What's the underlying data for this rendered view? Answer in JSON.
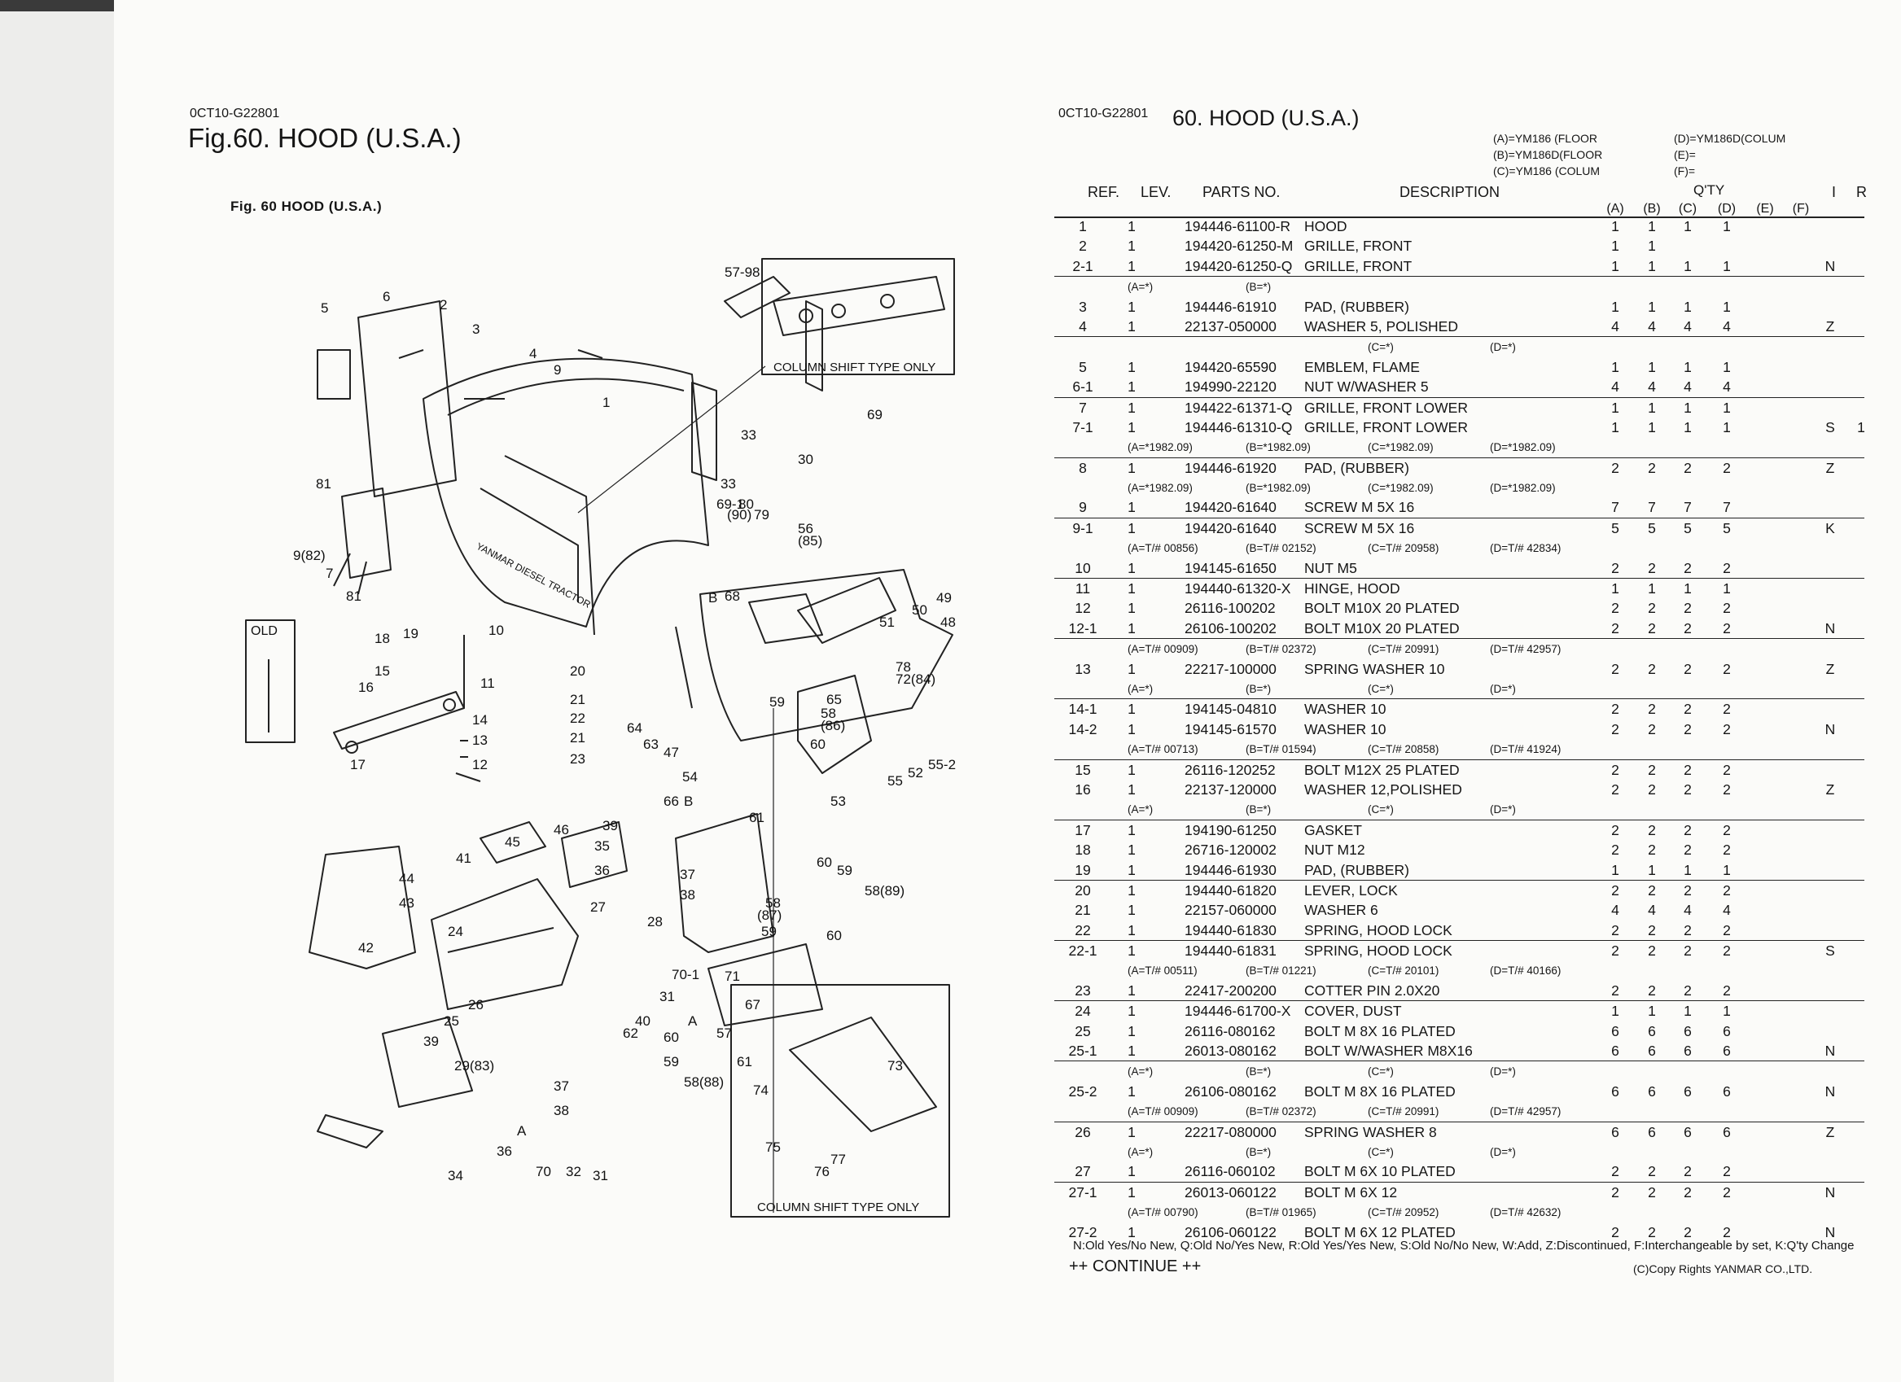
{
  "left_page": {
    "code": "0CT10-G22801",
    "title": "Fig.60.  HOOD (U.S.A.)",
    "subtitle": "Fig. 60  HOOD (U.S.A.)",
    "inset_top": "COLUMN SHIFT TYPE ONLY",
    "inset_bottom": "COLUMN SHIFT TYPE ONLY",
    "old_label": "OLD",
    "hood_text": "YANMAR DIESEL TRACTOR",
    "callouts": [
      "5",
      "6",
      "2",
      "3",
      "1",
      "4",
      "9",
      "57-98",
      "69",
      "30",
      "33",
      "33",
      "69-1",
      "81",
      "9(82)",
      "7",
      "81",
      "18",
      "19",
      "10",
      "80",
      "(90)",
      "79",
      "56",
      "(85)",
      "B",
      "68",
      "49",
      "50",
      "48",
      "51",
      "78",
      "72(84)",
      "15",
      "16",
      "11",
      "14",
      "13",
      "12",
      "17",
      "20",
      "21",
      "22",
      "21",
      "23",
      "64",
      "63",
      "47",
      "54",
      "59",
      "65",
      "58",
      "(86)",
      "60",
      "53",
      "55",
      "52",
      "55-2",
      "66",
      "B",
      "61",
      "46",
      "45",
      "41",
      "44",
      "43",
      "42",
      "24",
      "39",
      "35",
      "36",
      "37",
      "38",
      "27",
      "28",
      "70-1",
      "31",
      "40",
      "A",
      "26",
      "25",
      "39",
      "29(83)",
      "37",
      "38",
      "A",
      "34",
      "36",
      "70",
      "32",
      "31",
      "60",
      "59",
      "58(89)",
      "58",
      "(87)",
      "59",
      "60",
      "71",
      "67",
      "62",
      "60",
      "59",
      "58(88)",
      "57",
      "61",
      "73",
      "74",
      "75",
      "77",
      "76"
    ]
  },
  "right_page": {
    "code": "0CT10-G22801",
    "title": "60.  HOOD (U.S.A.)",
    "models_left": [
      "(A)=YM186 (FLOOR",
      "(B)=YM186D(FLOOR",
      "(C)=YM186 (COLUM"
    ],
    "models_right": [
      "(D)=YM186D(COLUM",
      "(E)=",
      "(F)="
    ],
    "headers": {
      "ref": "REF.",
      "lev": "LEV.",
      "parts_no": "PARTS NO.",
      "description": "DESCRIPTION",
      "qty": "Q'TY",
      "i": "I",
      "r": "R",
      "cols": [
        "(A)",
        "(B)",
        "(C)",
        "(D)",
        "(E)",
        "(F)"
      ]
    },
    "rows": [
      {
        "type": "part",
        "ref": "1",
        "lev": "1",
        "pno": "194446-61100-R",
        "desc": "HOOD",
        "qa": "1",
        "qb": "1",
        "qc": "1",
        "qd": "1",
        "i": "",
        "r": ""
      },
      {
        "type": "part",
        "ref": "2",
        "lev": "1",
        "pno": "194420-61250-M",
        "desc": "GRILLE, FRONT",
        "qa": "1",
        "qb": "1",
        "qc": "",
        "qd": "",
        "i": "",
        "r": ""
      },
      {
        "type": "part",
        "ref": "2-1",
        "lev": "1",
        "pno": "194420-61250-Q",
        "desc": "GRILLE, FRONT",
        "qa": "1",
        "qb": "1",
        "qc": "1",
        "qd": "1",
        "i": "N",
        "r": ""
      },
      {
        "type": "serial",
        "sep": true,
        "a": "(A=*)",
        "b": "(B=*)",
        "c": "",
        "d": ""
      },
      {
        "type": "part",
        "ref": "3",
        "lev": "1",
        "pno": "194446-61910",
        "desc": "PAD, (RUBBER)",
        "qa": "1",
        "qb": "1",
        "qc": "1",
        "qd": "1",
        "i": "",
        "r": ""
      },
      {
        "type": "part",
        "ref": "4",
        "lev": "1",
        "pno": "22137-050000",
        "desc": "WASHER 5, POLISHED",
        "qa": "4",
        "qb": "4",
        "qc": "4",
        "qd": "4",
        "i": "Z",
        "r": ""
      },
      {
        "type": "serial",
        "sep": true,
        "a": "",
        "b": "",
        "c": "(C=*)",
        "d": "(D=*)"
      },
      {
        "type": "part",
        "ref": "5",
        "lev": "1",
        "pno": "194420-65590",
        "desc": "EMBLEM, FLAME",
        "qa": "1",
        "qb": "1",
        "qc": "1",
        "qd": "1",
        "i": "",
        "r": ""
      },
      {
        "type": "part",
        "ref": "6-1",
        "lev": "1",
        "pno": "194990-22120",
        "desc": "NUT W/WASHER  5",
        "qa": "4",
        "qb": "4",
        "qc": "4",
        "qd": "4",
        "i": "",
        "r": ""
      },
      {
        "type": "part",
        "sep": true,
        "ref": "7",
        "lev": "1",
        "pno": "194422-61371-Q",
        "desc": "GRILLE, FRONT LOWER",
        "qa": "1",
        "qb": "1",
        "qc": "1",
        "qd": "1",
        "i": "",
        "r": ""
      },
      {
        "type": "part",
        "ref": "7-1",
        "lev": "1",
        "pno": "194446-61310-Q",
        "desc": "GRILLE, FRONT LOWER",
        "qa": "1",
        "qb": "1",
        "qc": "1",
        "qd": "1",
        "i": "S",
        "r": "1"
      },
      {
        "type": "serial",
        "a": "(A=*1982.09)",
        "b": "(B=*1982.09)",
        "c": "(C=*1982.09)",
        "d": "(D=*1982.09)"
      },
      {
        "type": "part",
        "sep": true,
        "ref": "8",
        "lev": "1",
        "pno": "194446-61920",
        "desc": "PAD, (RUBBER)",
        "qa": "2",
        "qb": "2",
        "qc": "2",
        "qd": "2",
        "i": "Z",
        "r": ""
      },
      {
        "type": "serial",
        "a": "(A=*1982.09)",
        "b": "(B=*1982.09)",
        "c": "(C=*1982.09)",
        "d": "(D=*1982.09)"
      },
      {
        "type": "part",
        "ref": "9",
        "lev": "1",
        "pno": "194420-61640",
        "desc": "SCREW M 5X 16",
        "qa": "7",
        "qb": "7",
        "qc": "7",
        "qd": "7",
        "i": "",
        "r": ""
      },
      {
        "type": "part",
        "sep": true,
        "ref": "9-1",
        "lev": "1",
        "pno": "194420-61640",
        "desc": "SCREW M 5X 16",
        "qa": "5",
        "qb": "5",
        "qc": "5",
        "qd": "5",
        "i": "K",
        "r": ""
      },
      {
        "type": "serial",
        "a": "(A=T/# 00856)",
        "b": "(B=T/# 02152)",
        "c": "(C=T/# 20958)",
        "d": "(D=T/# 42834)"
      },
      {
        "type": "part",
        "ref": "10",
        "lev": "1",
        "pno": "194145-61650",
        "desc": "NUT M5",
        "qa": "2",
        "qb": "2",
        "qc": "2",
        "qd": "2",
        "i": "",
        "r": ""
      },
      {
        "type": "part",
        "sep": true,
        "ref": "11",
        "lev": "1",
        "pno": "194440-61320-X",
        "desc": "HINGE, HOOD",
        "qa": "1",
        "qb": "1",
        "qc": "1",
        "qd": "1",
        "i": "",
        "r": ""
      },
      {
        "type": "part",
        "ref": "12",
        "lev": "1",
        "pno": "26116-100202",
        "desc": "BOLT M10X 20 PLATED",
        "qa": "2",
        "qb": "2",
        "qc": "2",
        "qd": "2",
        "i": "",
        "r": ""
      },
      {
        "type": "part",
        "ref": "12-1",
        "lev": "1",
        "pno": "26106-100202",
        "desc": "BOLT M10X 20 PLATED",
        "qa": "2",
        "qb": "2",
        "qc": "2",
        "qd": "2",
        "i": "N",
        "r": ""
      },
      {
        "type": "serial",
        "sep": true,
        "a": "(A=T/# 00909)",
        "b": "(B=T/# 02372)",
        "c": "(C=T/# 20991)",
        "d": "(D=T/# 42957)"
      },
      {
        "type": "part",
        "ref": "13",
        "lev": "1",
        "pno": "22217-100000",
        "desc": "SPRING WASHER 10",
        "qa": "2",
        "qb": "2",
        "qc": "2",
        "qd": "2",
        "i": "Z",
        "r": ""
      },
      {
        "type": "serial",
        "a": "(A=*)",
        "b": "(B=*)",
        "c": "(C=*)",
        "d": "(D=*)"
      },
      {
        "type": "part",
        "sep": true,
        "ref": "14-1",
        "lev": "1",
        "pno": "194145-04810",
        "desc": "WASHER 10",
        "qa": "2",
        "qb": "2",
        "qc": "2",
        "qd": "2",
        "i": "",
        "r": ""
      },
      {
        "type": "part",
        "ref": "14-2",
        "lev": "1",
        "pno": "194145-61570",
        "desc": "WASHER 10",
        "qa": "2",
        "qb": "2",
        "qc": "2",
        "qd": "2",
        "i": "N",
        "r": ""
      },
      {
        "type": "serial",
        "a": "(A=T/# 00713)",
        "b": "(B=T/# 01594)",
        "c": "(C=T/# 20858)",
        "d": "(D=T/# 41924)"
      },
      {
        "type": "part",
        "sep": true,
        "ref": "15",
        "lev": "1",
        "pno": "26116-120252",
        "desc": "BOLT M12X 25 PLATED",
        "qa": "2",
        "qb": "2",
        "qc": "2",
        "qd": "2",
        "i": "",
        "r": ""
      },
      {
        "type": "part",
        "ref": "16",
        "lev": "1",
        "pno": "22137-120000",
        "desc": "WASHER 12,POLISHED",
        "qa": "2",
        "qb": "2",
        "qc": "2",
        "qd": "2",
        "i": "Z",
        "r": ""
      },
      {
        "type": "serial",
        "a": "(A=*)",
        "b": "(B=*)",
        "c": "(C=*)",
        "d": "(D=*)"
      },
      {
        "type": "part",
        "sep": true,
        "ref": "17",
        "lev": "1",
        "pno": "194190-61250",
        "desc": "GASKET",
        "qa": "2",
        "qb": "2",
        "qc": "2",
        "qd": "2",
        "i": "",
        "r": ""
      },
      {
        "type": "part",
        "ref": "18",
        "lev": "1",
        "pno": "26716-120002",
        "desc": "NUT M12",
        "qa": "2",
        "qb": "2",
        "qc": "2",
        "qd": "2",
        "i": "",
        "r": ""
      },
      {
        "type": "part",
        "ref": "19",
        "lev": "1",
        "pno": "194446-61930",
        "desc": "PAD, (RUBBER)",
        "qa": "1",
        "qb": "1",
        "qc": "1",
        "qd": "1",
        "i": "",
        "r": ""
      },
      {
        "type": "part",
        "sep": true,
        "ref": "20",
        "lev": "1",
        "pno": "194440-61820",
        "desc": "LEVER, LOCK",
        "qa": "2",
        "qb": "2",
        "qc": "2",
        "qd": "2",
        "i": "",
        "r": ""
      },
      {
        "type": "part",
        "ref": "21",
        "lev": "1",
        "pno": "22157-060000",
        "desc": "WASHER  6",
        "qa": "4",
        "qb": "4",
        "qc": "4",
        "qd": "4",
        "i": "",
        "r": ""
      },
      {
        "type": "part",
        "ref": "22",
        "lev": "1",
        "pno": "194440-61830",
        "desc": "SPRING, HOOD LOCK",
        "qa": "2",
        "qb": "2",
        "qc": "2",
        "qd": "2",
        "i": "",
        "r": ""
      },
      {
        "type": "part",
        "sep": true,
        "ref": "22-1",
        "lev": "1",
        "pno": "194440-61831",
        "desc": "SPRING, HOOD LOCK",
        "qa": "2",
        "qb": "2",
        "qc": "2",
        "qd": "2",
        "i": "S",
        "r": ""
      },
      {
        "type": "serial",
        "a": "(A=T/# 00511)",
        "b": "(B=T/# 01221)",
        "c": "(C=T/# 20101)",
        "d": "(D=T/# 40166)"
      },
      {
        "type": "part",
        "ref": "23",
        "lev": "1",
        "pno": "22417-200200",
        "desc": "COTTER PIN 2.0X20",
        "qa": "2",
        "qb": "2",
        "qc": "2",
        "qd": "2",
        "i": "",
        "r": ""
      },
      {
        "type": "part",
        "sep": true,
        "ref": "24",
        "lev": "1",
        "pno": "194446-61700-X",
        "desc": "COVER, DUST",
        "qa": "1",
        "qb": "1",
        "qc": "1",
        "qd": "1",
        "i": "",
        "r": ""
      },
      {
        "type": "part",
        "ref": "25",
        "lev": "1",
        "pno": "26116-080162",
        "desc": "BOLT M 8X 16 PLATED",
        "qa": "6",
        "qb": "6",
        "qc": "6",
        "qd": "6",
        "i": "",
        "r": ""
      },
      {
        "type": "part",
        "ref": "25-1",
        "lev": "1",
        "pno": "26013-080162",
        "desc": "BOLT W/WASHER M8X16",
        "qa": "6",
        "qb": "6",
        "qc": "6",
        "qd": "6",
        "i": "N",
        "r": ""
      },
      {
        "type": "serial",
        "sep": true,
        "a": "(A=*)",
        "b": "(B=*)",
        "c": "(C=*)",
        "d": "(D=*)"
      },
      {
        "type": "part",
        "ref": "25-2",
        "lev": "1",
        "pno": "26106-080162",
        "desc": "BOLT M 8X 16 PLATED",
        "qa": "6",
        "qb": "6",
        "qc": "6",
        "qd": "6",
        "i": "N",
        "r": ""
      },
      {
        "type": "serial",
        "a": "(A=T/# 00909)",
        "b": "(B=T/# 02372)",
        "c": "(C=T/# 20991)",
        "d": "(D=T/# 42957)"
      },
      {
        "type": "part",
        "sep": true,
        "ref": "26",
        "lev": "1",
        "pno": "22217-080000",
        "desc": "SPRING WASHER  8",
        "qa": "6",
        "qb": "6",
        "qc": "6",
        "qd": "6",
        "i": "Z",
        "r": ""
      },
      {
        "type": "serial",
        "a": "(A=*)",
        "b": "(B=*)",
        "c": "(C=*)",
        "d": "(D=*)"
      },
      {
        "type": "part",
        "ref": "27",
        "lev": "1",
        "pno": "26116-060102",
        "desc": "BOLT M 6X 10 PLATED",
        "qa": "2",
        "qb": "2",
        "qc": "2",
        "qd": "2",
        "i": "",
        "r": ""
      },
      {
        "type": "part",
        "sep": true,
        "ref": "27-1",
        "lev": "1",
        "pno": "26013-060122",
        "desc": "BOLT M 6X 12",
        "qa": "2",
        "qb": "2",
        "qc": "2",
        "qd": "2",
        "i": "N",
        "r": ""
      },
      {
        "type": "serial",
        "a": "(A=T/# 00790)",
        "b": "(B=T/# 01965)",
        "c": "(C=T/# 20952)",
        "d": "(D=T/# 42632)"
      },
      {
        "type": "part",
        "ref": "27-2",
        "lev": "1",
        "pno": "26106-060122",
        "desc": "BOLT M 6X 12 PLATED",
        "qa": "2",
        "qb": "2",
        "qc": "2",
        "qd": "2",
        "i": "N",
        "r": ""
      }
    ],
    "legend": "N:Old Yes/No New, Q:Old No/Yes New, R:Old Yes/Yes New, S:Old No/No New, W:Add, Z:Discontinued, F:Interchangeable by set, K:Q'ty Change",
    "continue": "++ CONTINUE ++",
    "copyright": "(C)Copy Rights YANMAR CO.,LTD."
  }
}
